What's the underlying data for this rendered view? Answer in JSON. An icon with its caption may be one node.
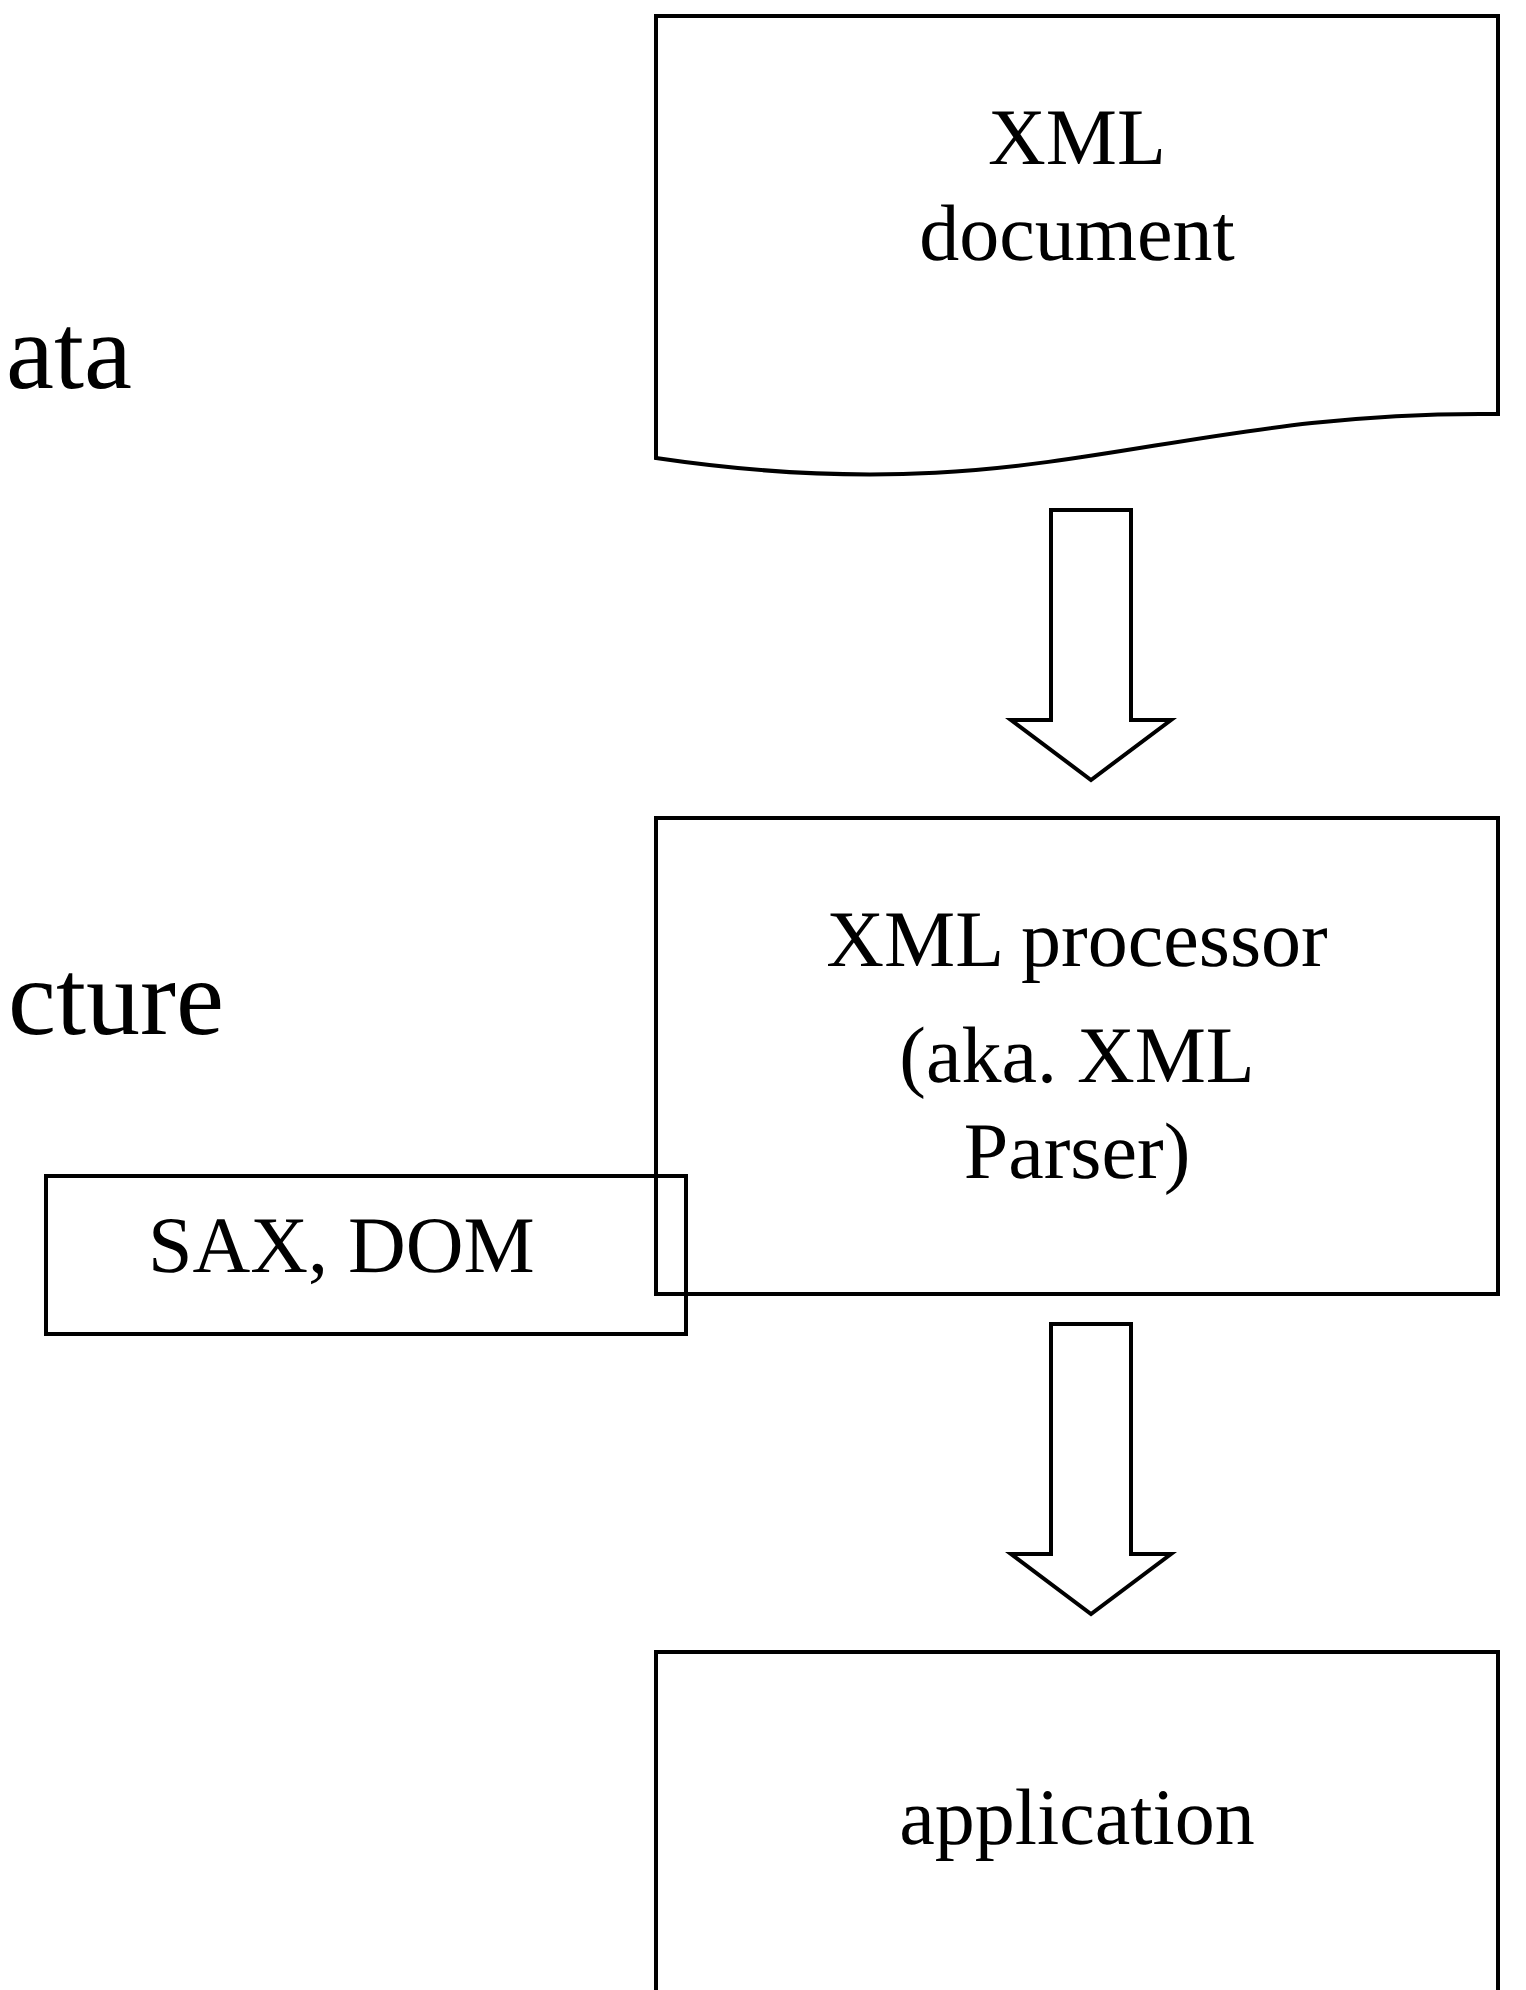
{
  "diagram": {
    "nodes": [
      {
        "text": [
          "XML document"
        ]
      },
      {
        "text": [
          "XML processor",
          "(aka. XML Parser)"
        ]
      },
      {
        "text": [
          "SAX, DOM"
        ]
      },
      {
        "text": [
          "application"
        ]
      }
    ],
    "edges": [
      {
        "from": 0,
        "to": 1,
        "arrow": "to"
      },
      {
        "from": 1,
        "to": 3,
        "arrow": "to"
      }
    ],
    "labels": [
      "ata",
      "cture"
    ]
  }
}
